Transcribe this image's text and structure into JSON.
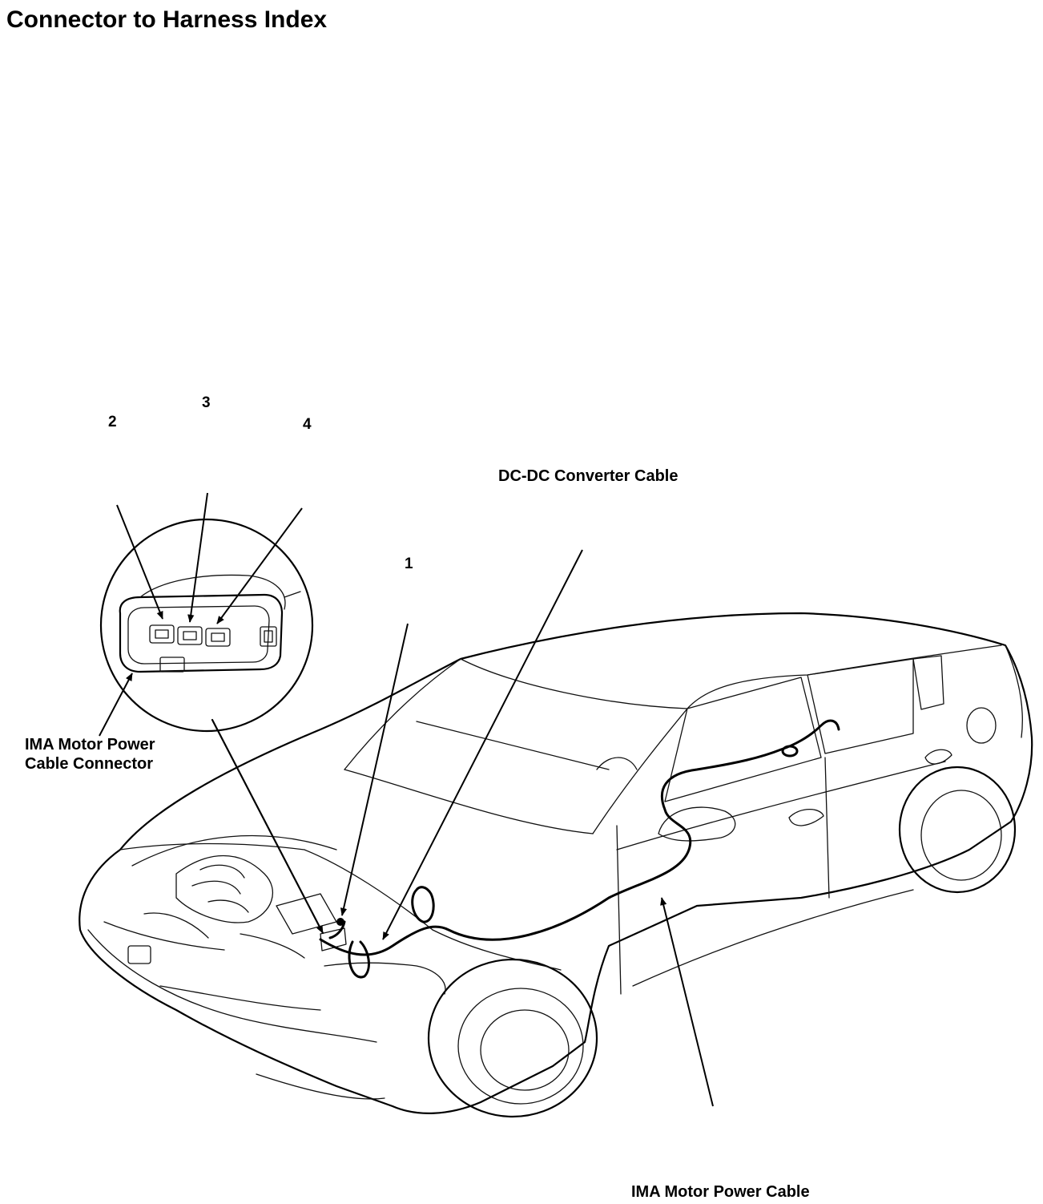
{
  "title": "Connector to Harness Index",
  "callouts": {
    "num_1": "1",
    "num_2": "2",
    "num_3": "3",
    "num_4": "4"
  },
  "labels": {
    "dcdc_cable": "DC-DC Converter Cable",
    "ima_connector_line1": "IMA Motor Power",
    "ima_connector_line2": "Cable Connector",
    "ima_cable": "IMA Motor Power Cable"
  }
}
